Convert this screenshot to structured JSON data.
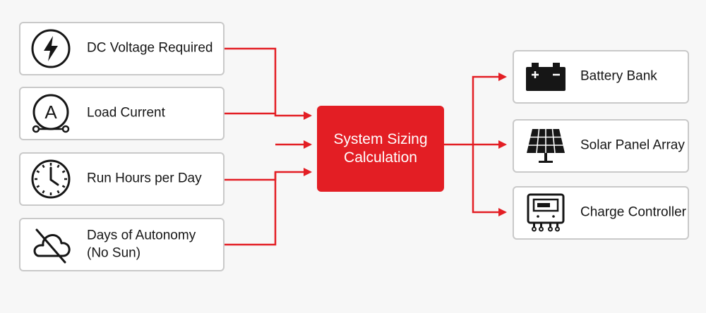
{
  "colors": {
    "accent": "#e31e24",
    "box_border": "#c9c9c9",
    "background": "#f7f7f7"
  },
  "inputs": [
    {
      "label": "DC Voltage Required",
      "icon": "lightning-bolt-icon"
    },
    {
      "label": "Load Current",
      "icon": "ammeter-icon",
      "icon_text": "A"
    },
    {
      "label": "Run Hours per Day",
      "icon": "clock-icon"
    },
    {
      "label": "Days of Autonomy\n(No Sun)",
      "icon": "cloud-no-sun-icon"
    }
  ],
  "center": {
    "label": "System Sizing\nCalculation"
  },
  "outputs": [
    {
      "label": "Battery Bank",
      "icon": "battery-icon"
    },
    {
      "label": "Solar Panel Array",
      "icon": "solar-panel-icon"
    },
    {
      "label": "Charge Controller",
      "icon": "charge-controller-icon"
    }
  ]
}
